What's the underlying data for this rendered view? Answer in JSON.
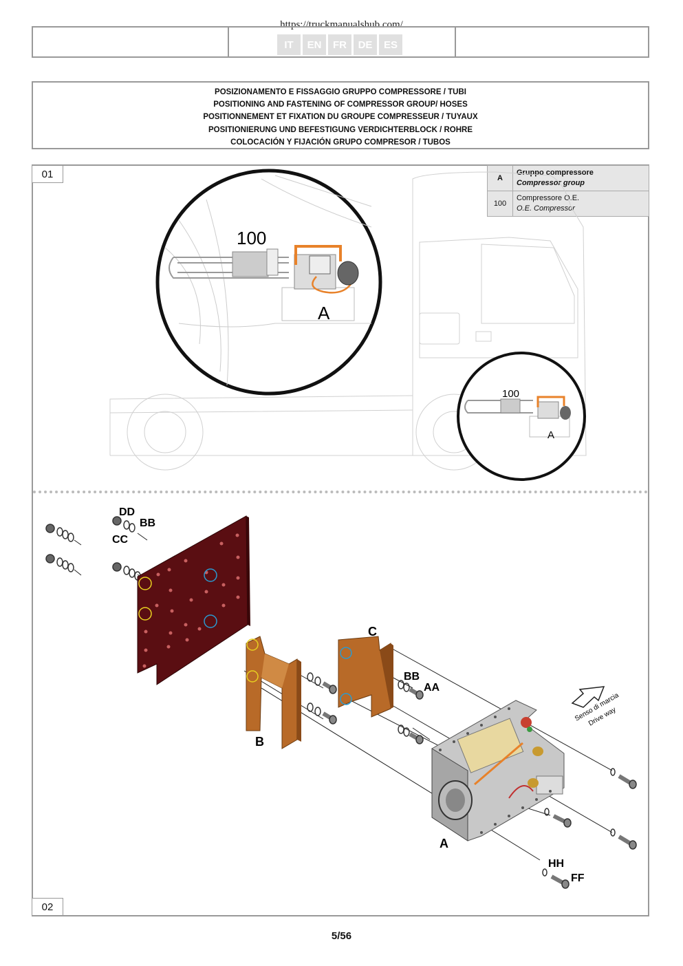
{
  "header": {
    "url": "https://truckmanualshub.com/",
    "languages": [
      "IT",
      "EN",
      "FR",
      "DE",
      "ES"
    ]
  },
  "title": {
    "lines": [
      "POSIZIONAMENTO E FISSAGGIO GRUPPO COMPRESSORE / TUBI",
      "POSITIONING AND FASTENING OF COMPRESSOR GROUP/ HOSES",
      "POSITIONNEMENT ET FIXATION DU GROUPE COMPRESSEUR / TUYAUX",
      "POSITIONIERUNG UND BEFESTIGUNG VERDICHTERBLOCK / ROHRE",
      "COLOCACIÓN Y FIJACIÓN GRUPO COMPRESOR / TUBOS"
    ]
  },
  "section1": {
    "label": "01",
    "legend": [
      {
        "key": "A",
        "label": "Gruppo compressore",
        "label_en": "Compressor group"
      },
      {
        "key": "100",
        "label": "Compressore O.E.",
        "label_en": "O.E. Compressor"
      }
    ],
    "callouts": {
      "large_100": "100",
      "large_A": "A",
      "small_100": "100",
      "small_A": "A"
    }
  },
  "section2": {
    "label": "02",
    "part_labels": {
      "dd": "DD",
      "bb_top": "BB",
      "cc": "CC",
      "c": "C",
      "bb_mid": "BB",
      "aa": "AA",
      "b": "B",
      "a": "A",
      "hh": "HH",
      "ff": "FF"
    },
    "direction": {
      "line1": "Senso di marcia",
      "line2": "Drive way"
    }
  },
  "footer": {
    "page": "5/56"
  },
  "colors": {
    "orange": "#e8822a",
    "plate": "#5a0e12",
    "bracket": "#b86a28",
    "frame": "#999999"
  }
}
